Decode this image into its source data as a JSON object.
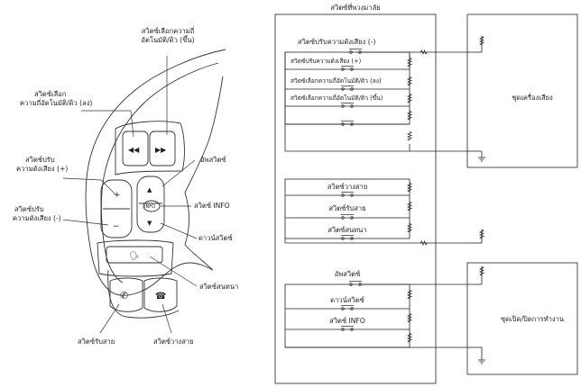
{
  "left_labels": {
    "freq_up": [
      "สวิตซ์เลือกความถี่",
      "อัตโนมัติ/ดิว (ขึ้น)"
    ],
    "freq_down": [
      "สวิตซ์เลือก",
      "ความถี่อัตโนมัติ/ดิว (ลง)"
    ],
    "vol_up": [
      "สวิตซ์ปรับ",
      "ความดังเสียง (+)"
    ],
    "vol_down": [
      "สวิตซ์ปรับ",
      "ความดังเสียง (-)"
    ],
    "up_switch": "อัพสวิตซ์",
    "info_switch": "สวิตซ์ INFO",
    "down_switch": "ดาวน์สวิตซ์",
    "talk_switch": "สวิตซ์สนทนา",
    "answer_switch": "สวิตซ์รับสาย",
    "hangup_switch": "สวิตซ์วางสาย"
  },
  "button_glyphs": {
    "prev": "◀◀",
    "next": "▶▶",
    "plus": "+",
    "minus": "−",
    "up": "▲",
    "down": "▼",
    "info": "INFO",
    "voice": "🗣",
    "phone": "✆",
    "hangup": "☎"
  },
  "schematic": {
    "title": "สวิตซ์ที่พวงมาลัย",
    "group_top": {
      "header": "สวิตซ์ปรับความดังเสียง (-)",
      "items": [
        "สวิตซ์ปรับความดังเสียง (+)",
        "สวิตซ์เลือกความถี่อัตโนมัติ/ดิว (ลง)",
        "สวิตซ์เลือกความถี่อัตโนมัติ/ดิว (ขึ้น)"
      ]
    },
    "group_mid": {
      "items": [
        "สวิตซ์วางสาย",
        "สวิตซ์รับสาย",
        "สวิตซ์สนทนา"
      ]
    },
    "group_bottom": {
      "header": "อัพสวิตซ์",
      "items": [
        "ดาวน์สวิตซ์",
        "สวิตซ์ INFO"
      ]
    },
    "audio_unit": "ชุดเครื่องเสียง",
    "control_unit": "ชุดเปิด/ปิดการทำงาน"
  }
}
